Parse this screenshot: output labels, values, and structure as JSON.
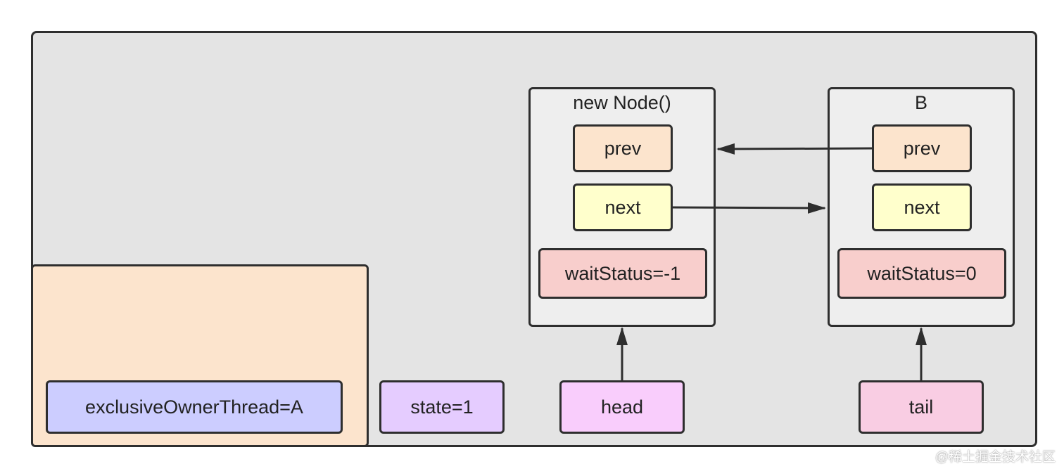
{
  "nodes": {
    "new_node": {
      "title": "new Node()",
      "prev": "prev",
      "next": "next",
      "wait_status": "waitStatus=-1"
    },
    "b_node": {
      "title": "B",
      "prev": "prev",
      "next": "next",
      "wait_status": "waitStatus=0"
    }
  },
  "fields": {
    "exclusive_owner_thread": "exclusiveOwnerThread=A",
    "state": "state=1",
    "head": "head",
    "tail": "tail"
  },
  "colors": {
    "outer_fill": "#e4e4e4",
    "node_fill": "#eeeeee",
    "prev_fill": "#fce4cd",
    "next_fill": "#ffffcc",
    "wait_fill": "#f8cecc",
    "owner_fill": "#cccdff",
    "state_fill": "#e5ccff",
    "head_fill": "#f9cdfc",
    "tail_fill": "#f9cde3",
    "stroke": "#2e2e2e"
  },
  "watermark": "@稀土掘金技术社区"
}
